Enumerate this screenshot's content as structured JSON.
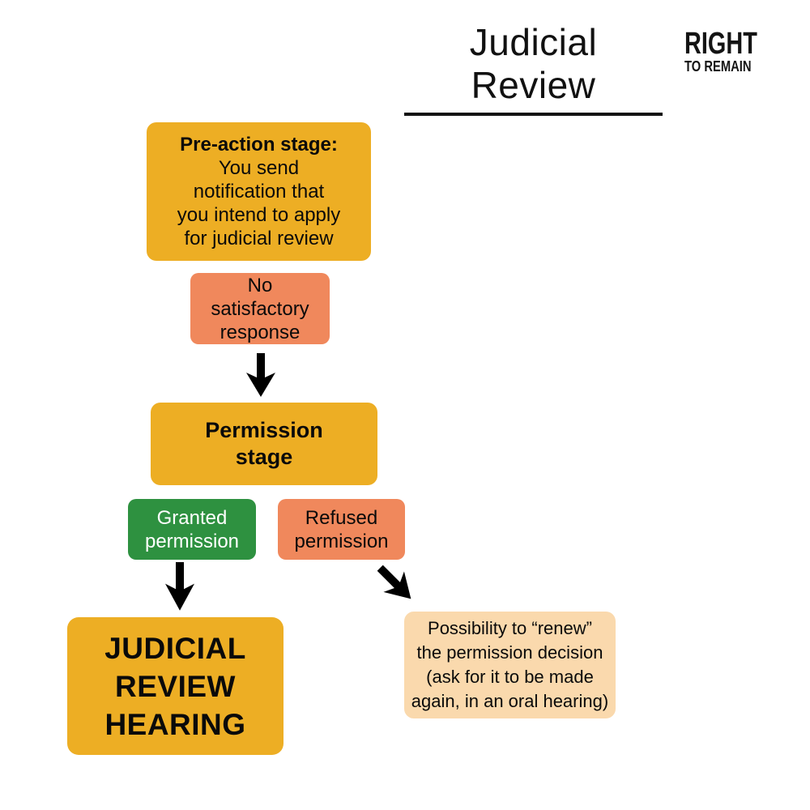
{
  "header": {
    "title": "Judicial Review",
    "logo_line1": "RIGHT",
    "logo_line2": "TO REMAIN"
  },
  "flowchart": {
    "type": "flowchart",
    "pre_action": {
      "heading": "Pre-action stage:",
      "body": "You send\nnotification that\nyou intend to apply\nfor judicial review"
    },
    "no_response": {
      "label": "No\nsatisfactory\nresponse"
    },
    "permission_stage": {
      "label": "Permission\nstage"
    },
    "granted": {
      "label": "Granted\npermission"
    },
    "refused": {
      "label": "Refused\npermission"
    },
    "hearing": {
      "label": "JUDICIAL\nREVIEW\nHEARING"
    },
    "renew": {
      "label": "Possibility to “renew”\nthe permission decision\n(ask for it to be made\nagain, in an oral hearing)"
    },
    "edges": [
      "pre_action -> no_response",
      "no_response -> permission_stage",
      "permission_stage -> granted",
      "permission_stage -> refused",
      "granted -> hearing",
      "refused -> renew"
    ]
  },
  "colors": {
    "yellow": "#EDAE24",
    "orange": "#F0885C",
    "green": "#2E9140",
    "peach": "#FAD9AD",
    "arrow": "#000000",
    "title_text": "#111111",
    "granted_text": "#FFFFFF"
  }
}
